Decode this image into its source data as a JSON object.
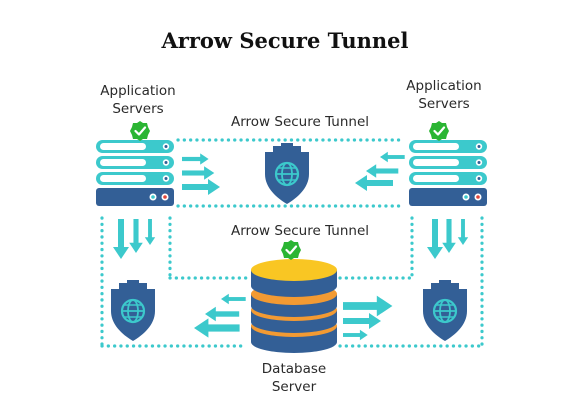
{
  "diagram": {
    "title": "Arrow Secure Tunnel",
    "labels": {
      "app_servers_left_line1": "Application",
      "app_servers_left_line2": "Servers",
      "app_servers_right_line1": "Application",
      "app_servers_right_line2": "Servers",
      "tunnel_top": "Arrow Secure Tunnel",
      "tunnel_middle": "Arrow Secure Tunnel",
      "database_line1": "Database",
      "database_line2": "Server"
    },
    "colors": {
      "teal": "#3cc9cc",
      "navy": "#335f96",
      "gold": "#f9c623",
      "orange": "#f29a33",
      "green": "#2bb533",
      "red": "#e0453a"
    },
    "icons": [
      "server-rack-icon",
      "shield-globe-icon",
      "database-icon",
      "check-badge-icon",
      "arrow-icon"
    ]
  }
}
